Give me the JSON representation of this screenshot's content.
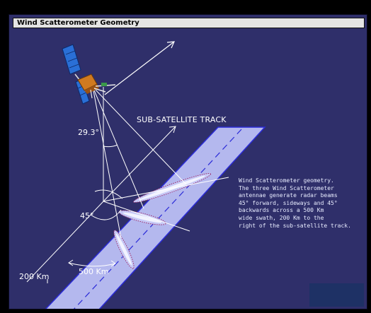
{
  "window": {
    "title": "Wind Scatterometer Geometry"
  },
  "diagram": {
    "angle_nadir": "29.3°",
    "angle_side": "45°",
    "track_label": "SUB-SATELLITE TRACK",
    "distance_offset": "200 Km",
    "distance_swath": "500 Km"
  },
  "caption": "Wind Scatterometer geometry.\nThe three Wind Scatterometer\nantennae generate radar beams\n45° forward, sideways and 45°\nbackwards across a 500 Km\nwide swath, 200 Km to the\nright of the sub-satellite track.",
  "colors": {
    "background": "#2f2f6a",
    "swath": "#b4b8ee",
    "swath_edge": "#2c2cd8",
    "beam_footprint": "#dcdfff",
    "solar_panel": "#2a6fd6",
    "satellite_body": "#d07a20",
    "lines": "#ffffff"
  },
  "icons": [
    "satellite-icon"
  ]
}
